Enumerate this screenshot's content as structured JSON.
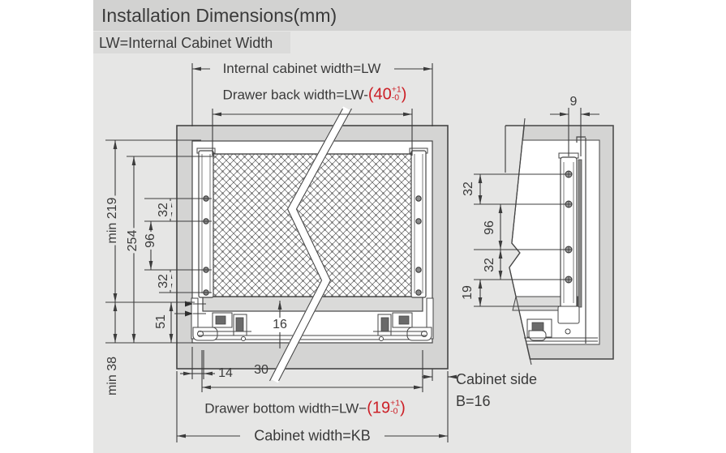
{
  "title": "Installation Dimensions(mm)",
  "subtitle": "LW=Internal Cabinet Width",
  "front_view": {
    "internal_width_label": "Internal cabinet width=LW",
    "drawer_back": {
      "prefix": "Drawer back width=LW-",
      "value": "(40",
      "tol_plus": "+1",
      "tol_minus": "-0",
      "close": ")"
    },
    "dims": {
      "min219": "min 219",
      "d254": "254",
      "d96": "96",
      "d32_top": "32",
      "d32_bottom": "32",
      "d51": "51",
      "min38": "min 38",
      "d16": "16",
      "d14": "14",
      "d30": "30"
    },
    "drawer_bottom": {
      "prefix": "Drawer bottom width=LW−",
      "value": "(19",
      "tol_plus": "+1",
      "tol_minus": "-0",
      "close": ")"
    },
    "cabinet_width_label": "Cabinet width=KB"
  },
  "side_view": {
    "dims": {
      "d9": "9",
      "d32_top": "32",
      "d96": "96",
      "d32_bottom": "32",
      "d19": "19"
    },
    "cabinet_side_label": "Cabinet side",
    "cabinet_side_thickness": "B=16"
  },
  "colors": {
    "accent_red": "#cc2027",
    "background": "#e6e6e5",
    "band_title": "#d2d2d1",
    "band_subtitle": "#dbdbda",
    "cabinet_fill": "#d4d4d3",
    "line": "#3c3c3c"
  }
}
